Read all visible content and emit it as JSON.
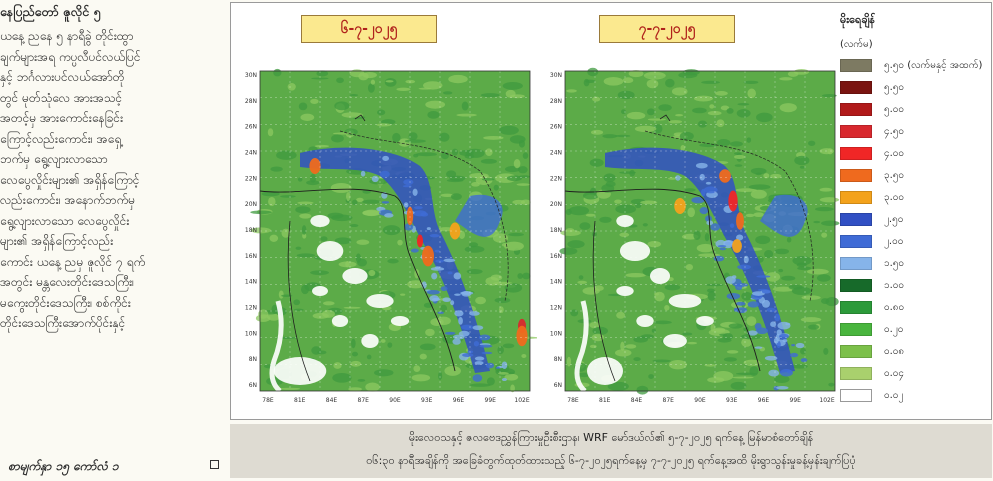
{
  "article": {
    "heading": "နေပြည်တော် ဇူလိုင် ၅",
    "lines": [
      "ယနေ့ ညနေ ၅ နာရီခွဲ တိုင်းထွာ",
      "ချက်များအရ ကပ္ပလီပင်လယ်ပြင်",
      "နှင့်  ဘင်္ဂလားပင်လယ်အော်တို",
      "တွင်  မုတ်သုံလေ   အားအသင့်",
      "အတင့်မှ   အားကောင်းနေခြင်း",
      "ကြောင့်လည်းကောင်း၊   အရှေ့",
      "ဘက်မှ          ရွေ့လျားလာသော",
      "လေပွေလှိုင်းများ၏ အရှိန်ကြောင့်",
      "လည်းကောင်း၊ အနောက်ဘက်မှ",
      "ရွေ့လျားလာသော  လေပွေလှိုင်း",
      "များ၏           အရှိန်ကြောင့်လည်း",
      "ကောင်း ယနေ့ ညမှ ဇူလိုင် ၇ ရက်",
      "အတွင်း မန္တလေးတိုင်းဒေသကြီး၊",
      "မကွေးတိုင်းဒေသကြီး၊ စစ်ကိုင်း",
      "တိုင်းဒေသကြီးအောက်ပိုင်းနှင့်"
    ],
    "continuation": "စာမျက်နှာ ၁၅ ကော်လံ ၁"
  },
  "figure": {
    "date_left": "၆-၇-၂၀၂၅",
    "date_right": "၇-၇-၂၀၂၅",
    "lat_labels": [
      "30N",
      "28N",
      "26N",
      "24N",
      "22N",
      "20N",
      "18N",
      "16N",
      "14N",
      "12N",
      "10N",
      "8N",
      "6N"
    ],
    "lon_labels": [
      "78E",
      "81E",
      "84E",
      "87E",
      "90E",
      "93E",
      "96E",
      "99E",
      "102E"
    ]
  },
  "legend": {
    "title": "မိုးရေချိန်",
    "unit": "(လက်မ)",
    "items": [
      {
        "label": "၅.၅၀ (လက်မနှင့် အထက်)",
        "color": "#7d7a62"
      },
      {
        "label": "၅.၅၀",
        "color": "#7a1410"
      },
      {
        "label": "၅.၀၀",
        "color": "#b11a1a"
      },
      {
        "label": "၄.၅၀",
        "color": "#d8282e"
      },
      {
        "label": "၄.၀၀",
        "color": "#f02626"
      },
      {
        "label": "၃.၅၀",
        "color": "#ef6a1e"
      },
      {
        "label": "၃.၀၀",
        "color": "#f3a21c"
      },
      {
        "label": "၂.၅၀",
        "color": "#3150c4"
      },
      {
        "label": "၂.၀၀",
        "color": "#3f6bd6"
      },
      {
        "label": "၁.၅၀",
        "color": "#86b4ea"
      },
      {
        "label": "၁.၀၀",
        "color": "#176a2a"
      },
      {
        "label": "၀.၈၀",
        "color": "#2c9a3a"
      },
      {
        "label": "၀.၂၀",
        "color": "#49b53e"
      },
      {
        "label": "၀.၀၈",
        "color": "#7cc04a"
      },
      {
        "label": "၀.၀၄",
        "color": "#a9d06d"
      },
      {
        "label": "၀.၀၂",
        "color": "#ffffff"
      }
    ]
  },
  "caption": {
    "line1": "မိုးလေဝသနှင့် ဇလဗေဒညွှန်ကြားမှုဦးစီးဌာန၊ WRF မော်ဒယ်လ်၏ ၅-၇-၂၀၂၅ ရက်နေ့ မြန်မာစံတော်ချိန်",
    "line2": "၀၆:၃၀ နာရီအချိန်ကို အခြေခံတွက်ထုတ်ထားသည့် ၆-၇-၂၀၂၅ရက်နေ့မှ ၇-၇-၂၀၂၅ ရက်နေ့အထိ မိုးရွာသွန်းမှုခန့်မှန်းချက်ပြပုံ"
  }
}
